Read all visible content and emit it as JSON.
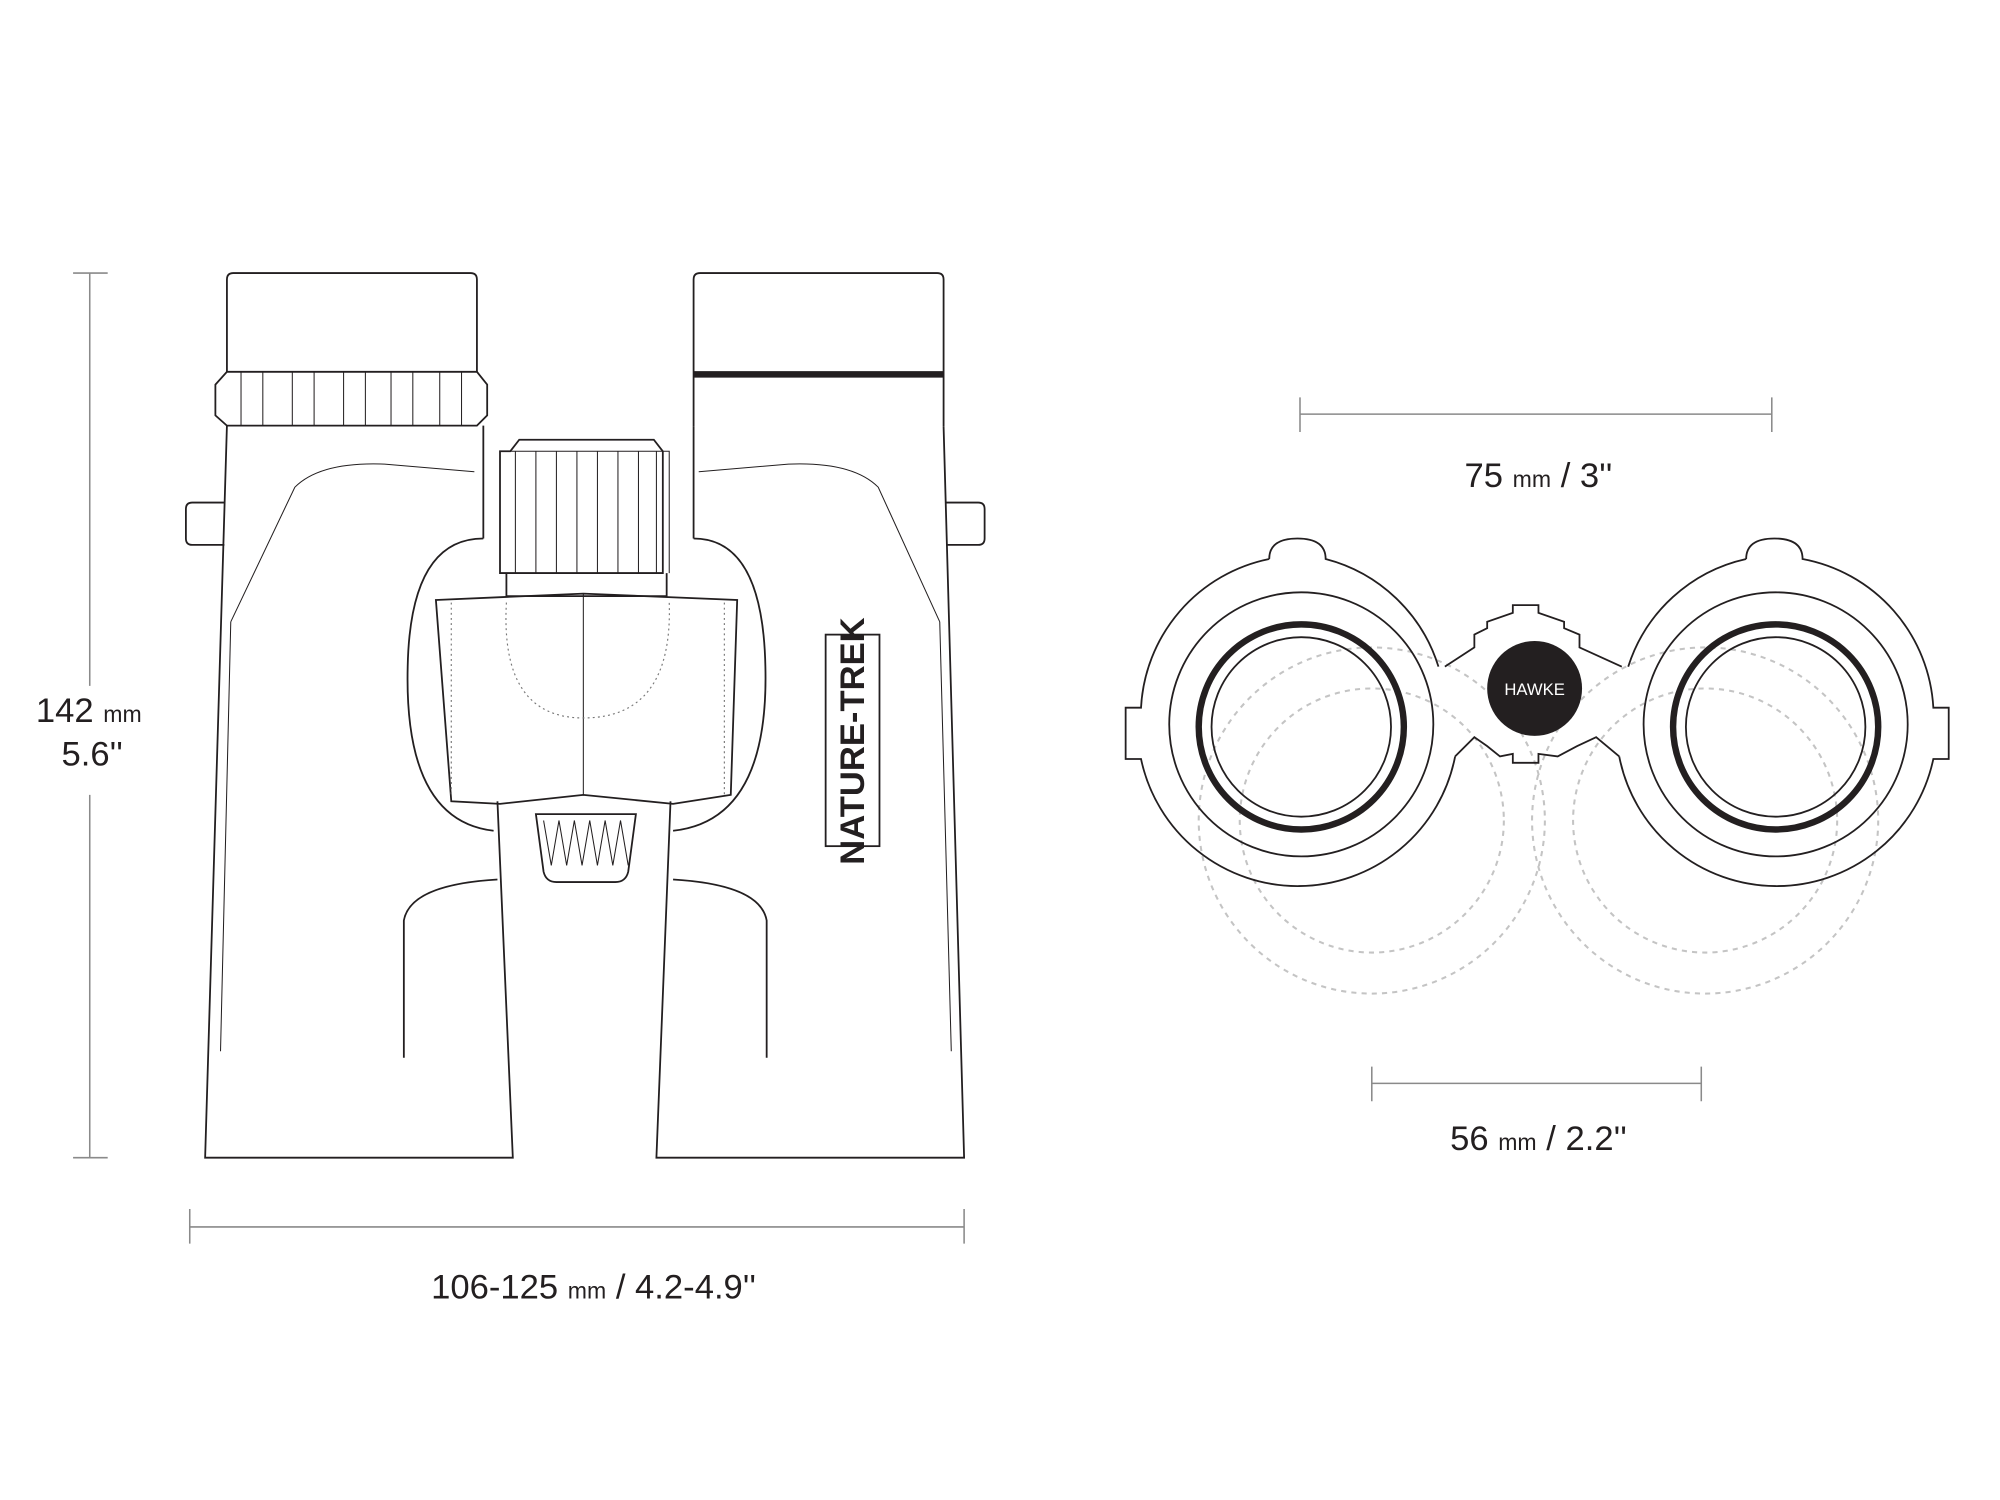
{
  "dimensions": {
    "height_value": "142",
    "height_unit": "mm",
    "height_inches": "5.6''",
    "width_value": "106-125",
    "width_unit": "mm",
    "width_inches": "/ 4.2-4.9''",
    "eye_relief_value": "75",
    "eye_relief_unit": "mm",
    "eye_relief_inches": "/ 3''",
    "objective_value": "56",
    "objective_unit": "mm",
    "objective_inches": "/ 2.2''"
  },
  "product": {
    "model_label": "NATURE-TREK",
    "brand_logo": "HAWKE"
  },
  "colors": {
    "line": "#231f20",
    "dimension": "#8a8a8a",
    "ghost": "#c4c4c4"
  }
}
